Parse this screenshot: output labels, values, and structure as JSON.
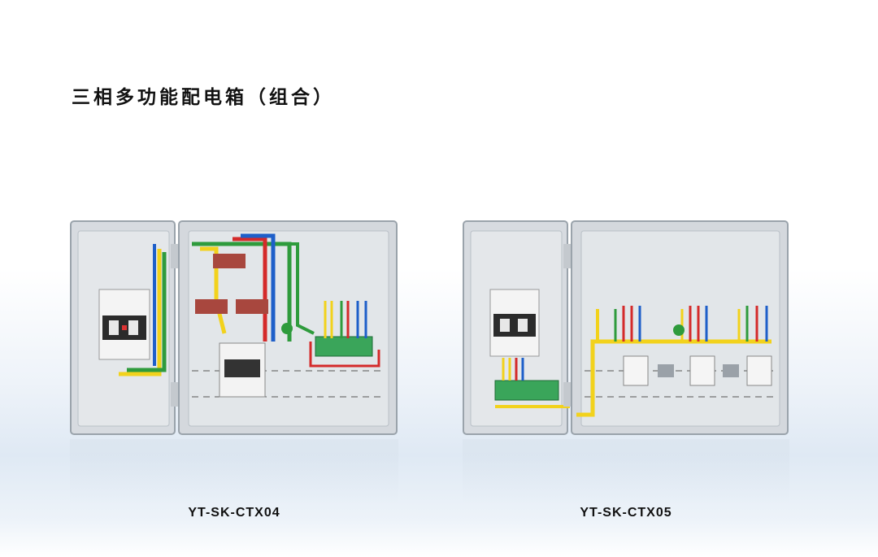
{
  "page_title": "三相多功能配电箱（组合）",
  "products": [
    {
      "model": "YT-SK-CTX04",
      "image": "distribution-box-ctx04"
    },
    {
      "model": "YT-SK-CTX05",
      "image": "distribution-box-ctx05"
    }
  ],
  "colors": {
    "wire_yellow": "#f2d21c",
    "wire_green": "#2e9b3c",
    "wire_red": "#d42a2a",
    "wire_blue": "#1e5fc9",
    "terminal_green": "#3aa55a"
  }
}
